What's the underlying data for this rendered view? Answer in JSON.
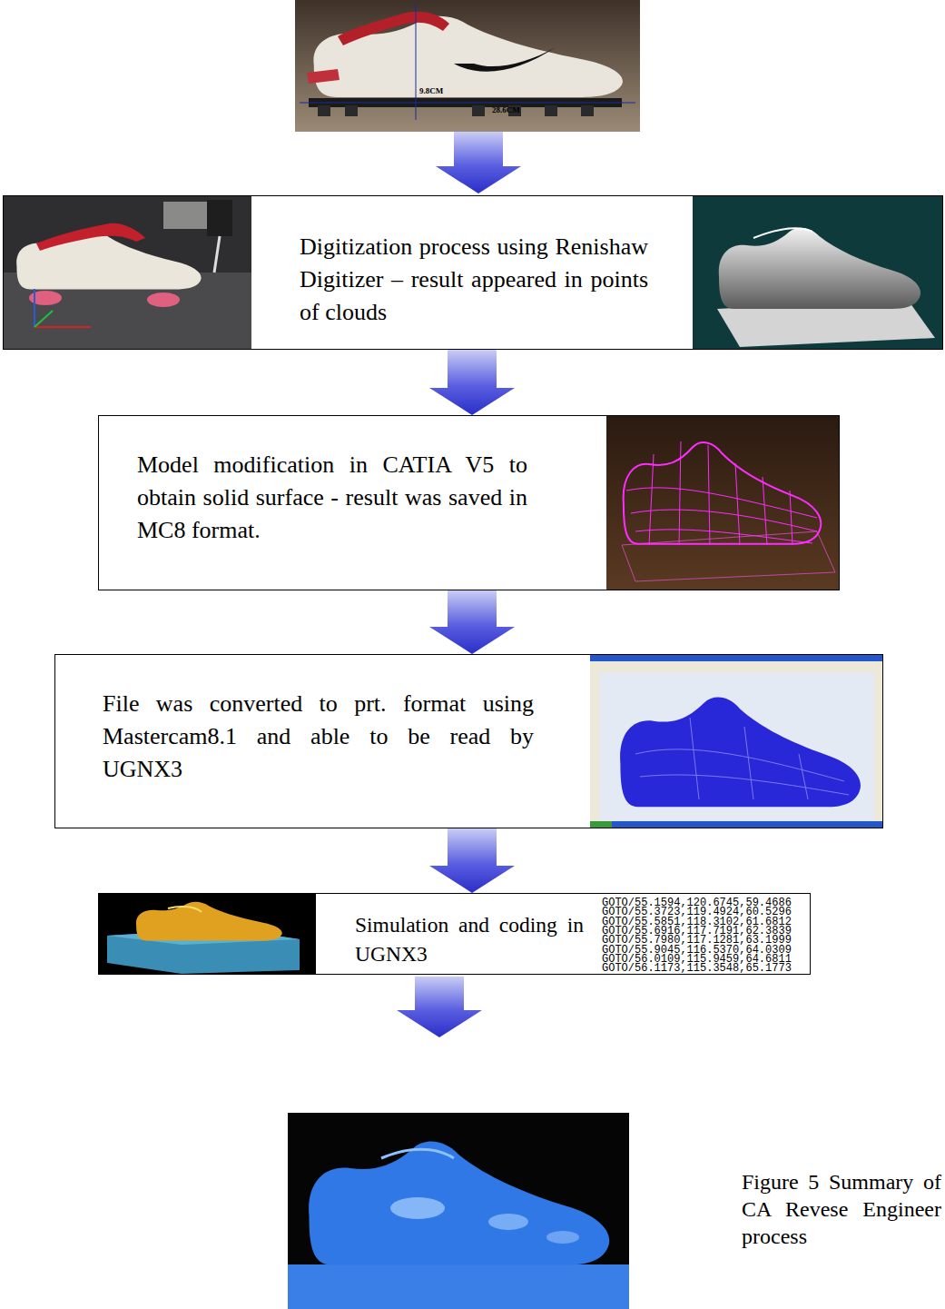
{
  "diagram": {
    "caption": "Figure 5 Summary of CA Revese Engineer process",
    "nodes": [
      {
        "text": [
          "Digitization process using Renishaw Digitizer – result appeared in points of clouds"
        ]
      },
      {
        "text": [
          "Model modification in CATIA V5 to obtain solid surface - result was saved in MC8 format."
        ]
      },
      {
        "text": [
          "File was converted to prt. format using Mastercam8.1 and able to be read by UGNX3"
        ]
      },
      {
        "text": [
          "Simulation and coding in UGNX3"
        ]
      }
    ],
    "edges": [
      {
        "from": 0,
        "to": 1,
        "arrow": "to"
      },
      {
        "from": 1,
        "to": 2,
        "arrow": "to"
      },
      {
        "from": 2,
        "to": 3,
        "arrow": "to"
      }
    ],
    "labels": [
      "9.8CM",
      "28.6CM",
      "GOTO/55.1594,120.6745,59.4686",
      "GOTO/55.3723,119.4924,60.5296",
      "GOTO/55.5851,118.3102,61.6812",
      "GOTO/55.6916,117.7191,62.3839",
      "GOTO/55.7980,117.1281,63.1999",
      "GOTO/55.9045,116.5370,64.0309",
      "GOTO/56.0109,115.9459,64.6811",
      "GOTO/56.1173,115.3548,65.1773"
    ]
  }
}
